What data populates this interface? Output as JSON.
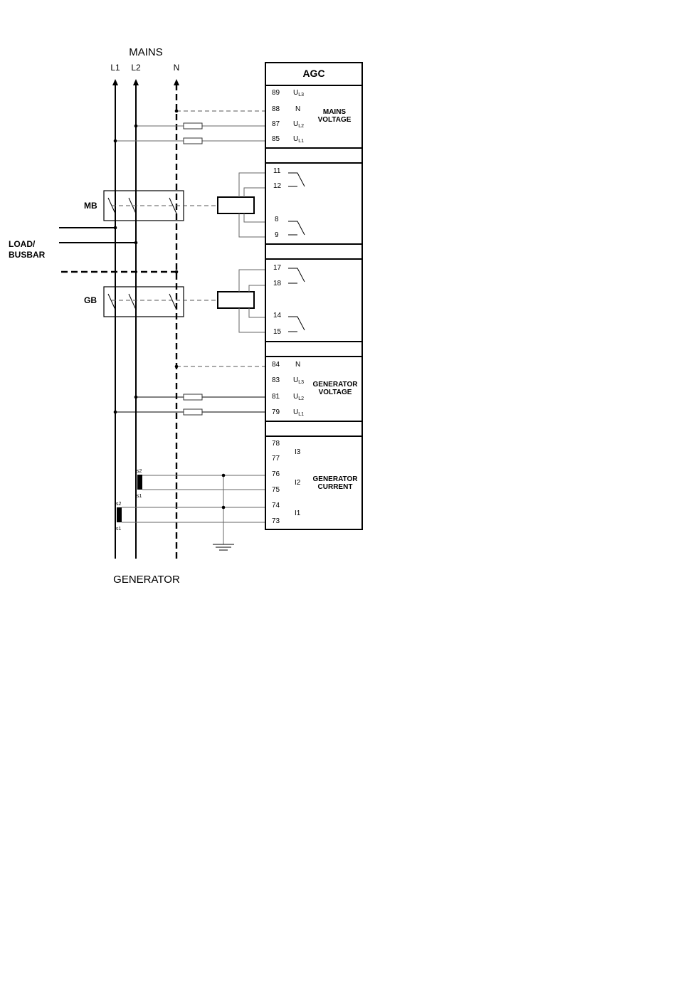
{
  "diagram": {
    "mains_label": "MAINS",
    "phase_labels": {
      "l1": "L1",
      "l2": "L2",
      "n": "N"
    },
    "mb_label": "MB",
    "gb_label": "GB",
    "load_label_line1": "LOAD/",
    "load_label_line2": "BUSBAR",
    "generator_label": "GENERATOR",
    "ct_labels": {
      "s2": "s2",
      "s1": "s1"
    }
  },
  "agc": {
    "title": "AGC",
    "mains_voltage": {
      "label_line1": "MAINS",
      "label_line2": "VOLTAGE",
      "terminals": [
        {
          "num": "89",
          "sig": "U",
          "sub": "L3"
        },
        {
          "num": "88",
          "sig": "N",
          "sub": ""
        },
        {
          "num": "87",
          "sig": "U",
          "sub": "L2"
        },
        {
          "num": "85",
          "sig": "U",
          "sub": "L1"
        }
      ]
    },
    "mb_relay": {
      "terminals": [
        "11",
        "12",
        "8",
        "9"
      ]
    },
    "gb_relay": {
      "terminals": [
        "17",
        "18",
        "14",
        "15"
      ]
    },
    "generator_voltage": {
      "label_line1": "GENERATOR",
      "label_line2": "VOLTAGE",
      "terminals": [
        {
          "num": "84",
          "sig": "N",
          "sub": ""
        },
        {
          "num": "83",
          "sig": "U",
          "sub": "L3"
        },
        {
          "num": "81",
          "sig": "U",
          "sub": "L2"
        },
        {
          "num": "79",
          "sig": "U",
          "sub": "L1"
        }
      ]
    },
    "generator_current": {
      "label_line1": "GENERATOR",
      "label_line2": "CURRENT",
      "terminals": [
        "78",
        "77",
        "76",
        "75",
        "74",
        "73"
      ],
      "phases": [
        "I3",
        "I2",
        "I1"
      ]
    }
  }
}
